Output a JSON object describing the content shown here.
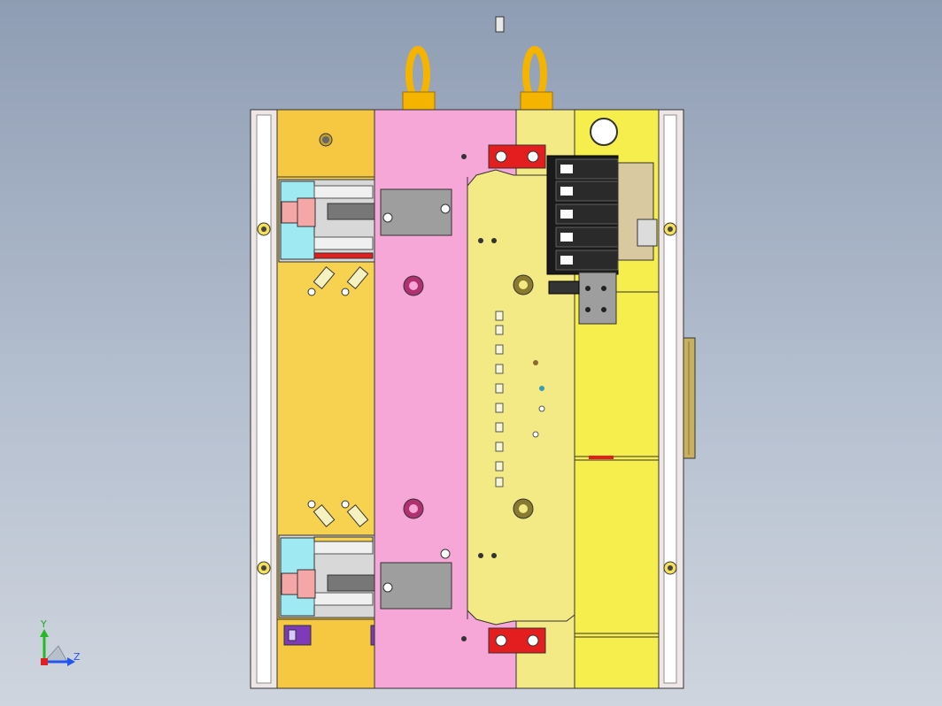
{
  "view": {
    "type": "cad-assembly-front-view",
    "triad": {
      "y_label": "Y",
      "z_label": "Z",
      "y_color": "#22bb22",
      "z_color": "#2255ee"
    }
  },
  "colors": {
    "rail": "#efe7e7",
    "left_plate": "#f6d250",
    "center_plate": "#f7a6d8",
    "right_plate": "#f3ea86",
    "far_right_plate": "#f6ee4c",
    "eye_bolt": "#f4b400",
    "clamp_red": "#e41e1e",
    "valve_black": "#1a1a1a",
    "cylinder_cyan": "#9fe9f3",
    "piston_pink": "#f5a6a6",
    "block_gray": "#9e9e9e",
    "bracket_purple": "#7e3ab8"
  },
  "counts": {
    "valve_rows": 5
  }
}
